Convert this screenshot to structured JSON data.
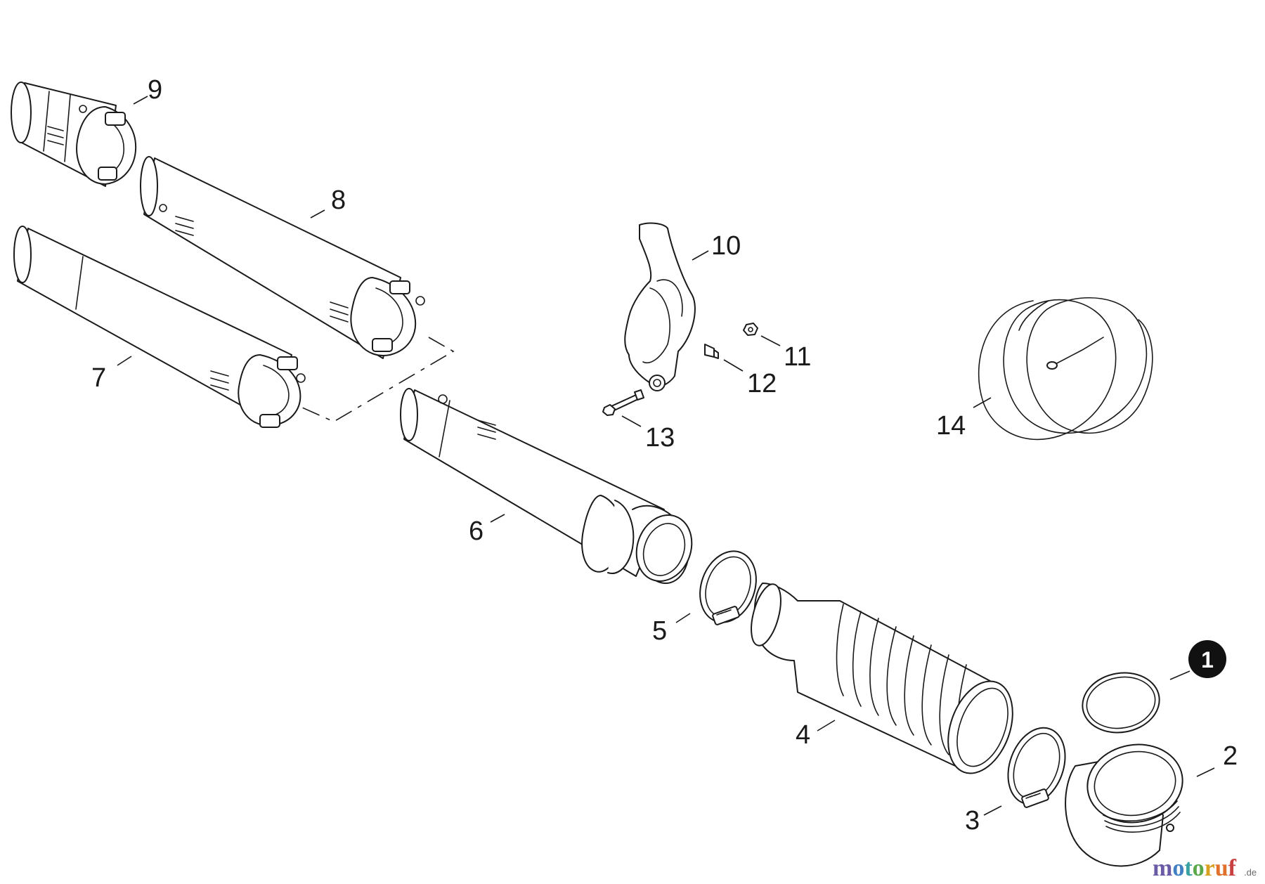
{
  "labels": {
    "p1": "1",
    "p2": "2",
    "p3": "3",
    "p4": "4",
    "p5": "5",
    "p6": "6",
    "p7": "7",
    "p8": "8",
    "p9": "9",
    "p10": "10",
    "p11": "11",
    "p12": "12",
    "p13": "13",
    "p14": "14"
  },
  "watermark": {
    "letters": [
      "m",
      "o",
      "t",
      "o",
      "r",
      "u",
      "f"
    ],
    "colors": [
      "#6b5aa6",
      "#3f7fc2",
      "#3aa0a0",
      "#5aa84a",
      "#d9a020",
      "#e0702a",
      "#c84040"
    ],
    "suffix": ".de"
  }
}
